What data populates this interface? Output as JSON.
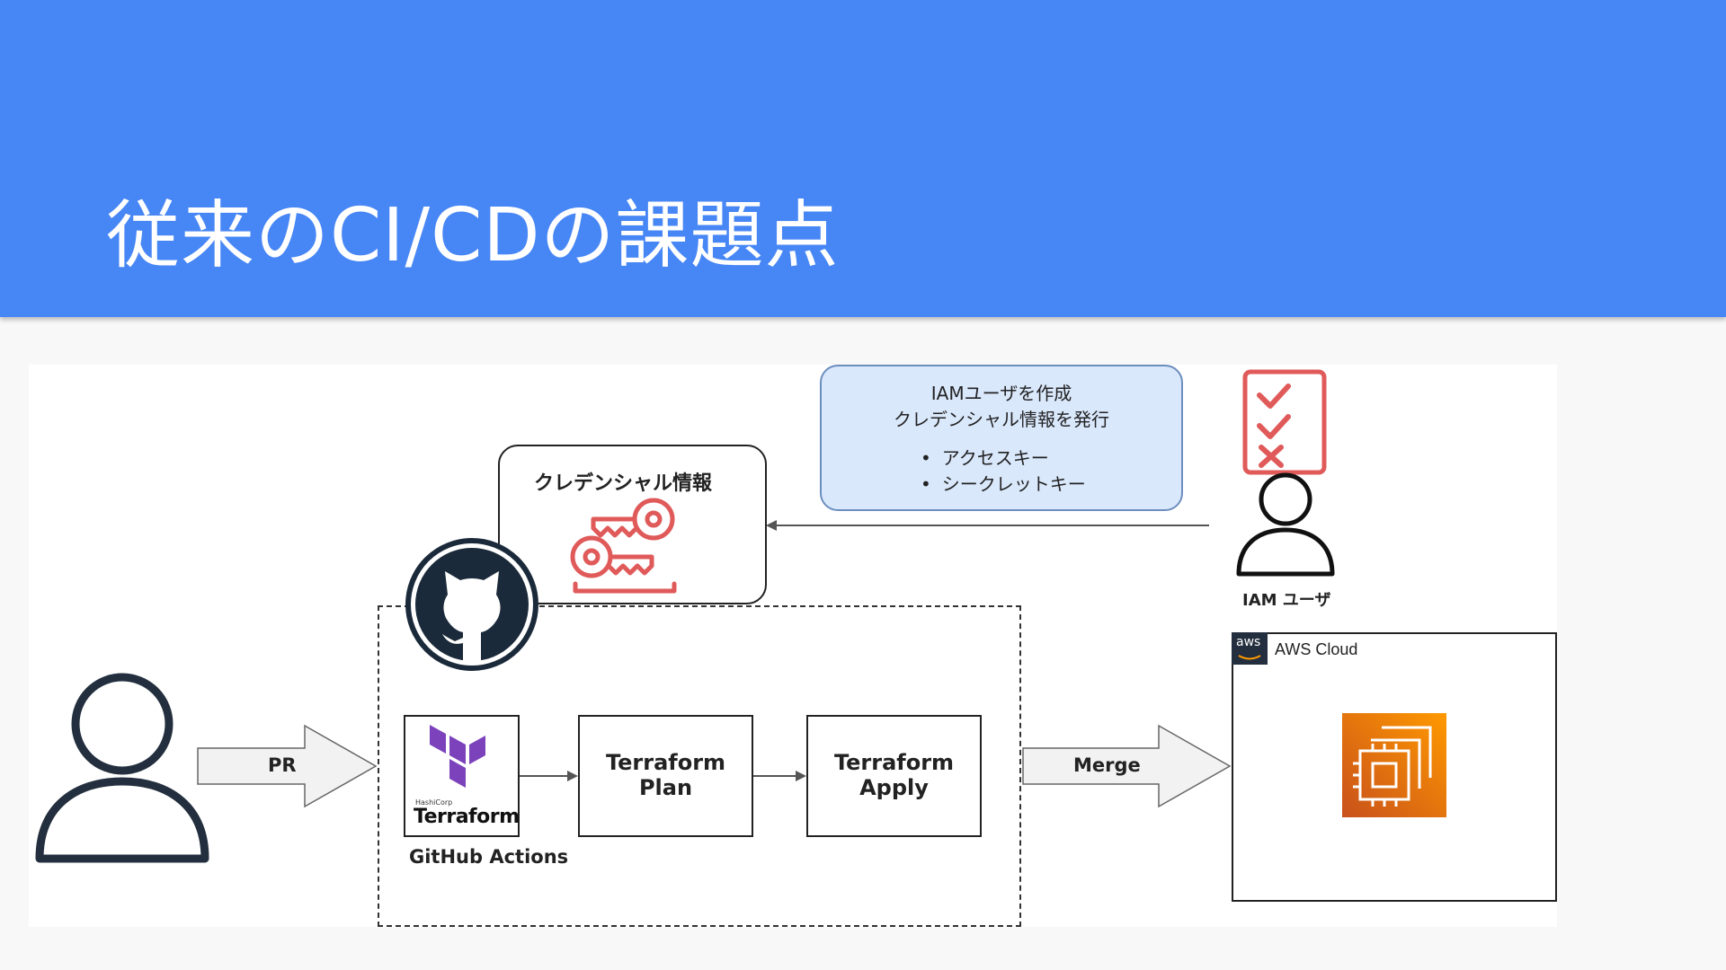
{
  "slide": {
    "title": "従来のCI/CDの課題点"
  },
  "diagram": {
    "note": {
      "line1": "IAMユーザを作成",
      "line2": "クレデンシャル情報を発行",
      "bullets": [
        "アクセスキー",
        "シークレットキー"
      ]
    },
    "credential_box": {
      "label": "クレデンシャル情報"
    },
    "iam_user": {
      "label": "IAM ユーザ"
    },
    "pr_arrow": {
      "label": "PR"
    },
    "merge_arrow": {
      "label": "Merge"
    },
    "github_actions": {
      "label": "GitHub Actions"
    },
    "terraform_logo": {
      "brand": "HashiCorp",
      "name": "Terraform"
    },
    "steps": {
      "plan": {
        "line1": "Terraform",
        "line2": "Plan"
      },
      "apply": {
        "line1": "Terraform",
        "line2": "Apply"
      }
    },
    "aws_cloud": {
      "badge": "aws",
      "label": "AWS Cloud"
    },
    "icons": [
      "developer-icon",
      "github-icon",
      "terraform-icon",
      "keys-icon",
      "checklist-icon",
      "iam-user-icon",
      "ec2-icon"
    ],
    "colors": {
      "header": "#4786f5",
      "keys": "#e05a5a",
      "note_fill": "#dae8fc",
      "note_border": "#6c8ebf",
      "ec2": "#ed7100",
      "terraform": "#7b42bc"
    }
  }
}
